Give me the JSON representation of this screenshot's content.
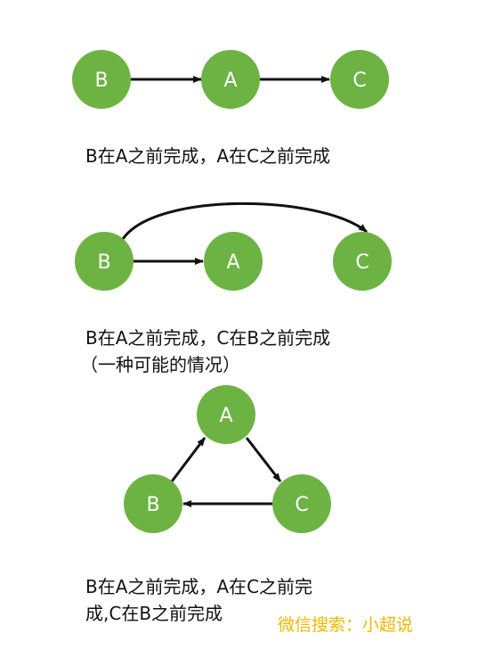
{
  "colors": {
    "node_fill": "#6db343",
    "node_text": "#ffffff",
    "edge": "#111111",
    "caption_text": "#111111",
    "watermark": "#f2b800"
  },
  "diagram1": {
    "nodes": {
      "b": "B",
      "a": "A",
      "c": "C"
    },
    "caption": "B在A之前完成，A在C之前完成"
  },
  "diagram2": {
    "nodes": {
      "b": "B",
      "a": "A",
      "c": "C"
    },
    "caption_line1": "B在A之前完成，C在B之前完成",
    "caption_line2": "（一种可能的情况）"
  },
  "diagram3": {
    "nodes": {
      "a": "A",
      "b": "B",
      "c": "C"
    },
    "caption_line1": "B在A之前完成，A在C之前完",
    "caption_line2": "成,C在B之前完成"
  },
  "watermark": "微信搜索：小超说"
}
